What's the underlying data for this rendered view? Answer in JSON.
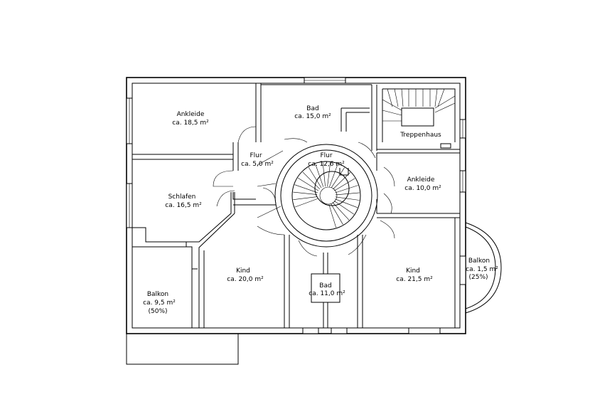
{
  "rooms": [
    {
      "id": "ankleide-1",
      "name": "Ankleide",
      "area": "ca. 18,5 m²"
    },
    {
      "id": "bad-1",
      "name": "Bad",
      "area": "ca. 15,0 m²"
    },
    {
      "id": "treppenhaus",
      "name": "Treppenhaus",
      "area": ""
    },
    {
      "id": "flur-1",
      "name": "Flur",
      "area": "ca. 5,0 m²"
    },
    {
      "id": "flur-2",
      "name": "Flur",
      "area": "ca. 12,6 m²"
    },
    {
      "id": "ankleide-2",
      "name": "Ankleide",
      "area": "ca. 10,0 m²"
    },
    {
      "id": "schlafen",
      "name": "Schlafen",
      "area": "ca. 16,5 m²"
    },
    {
      "id": "kind-1",
      "name": "Kind",
      "area": "ca. 20,0 m²"
    },
    {
      "id": "kind-2",
      "name": "Kind",
      "area": "ca. 21,5 m²"
    },
    {
      "id": "bad-2",
      "name": "Bad",
      "area": "ca. 11,0 m²"
    },
    {
      "id": "balkon-1",
      "name": "Balkon",
      "area": "ca. 9,5 m²",
      "note": "(50%)"
    },
    {
      "id": "balkon-2",
      "name": "Balkon",
      "area": "ca. 1,5 m²",
      "note": "(25%)"
    }
  ]
}
